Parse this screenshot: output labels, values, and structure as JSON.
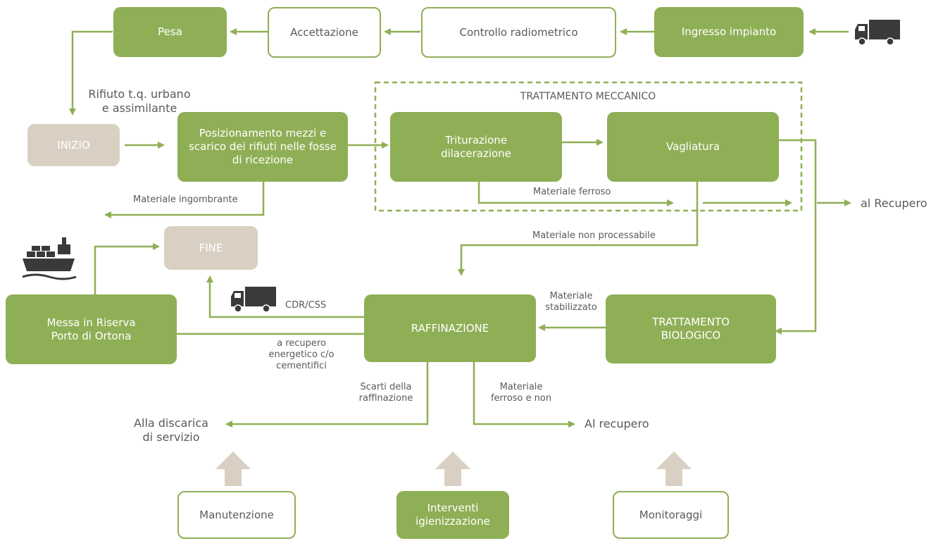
{
  "colors": {
    "green": "#8faf56",
    "beige": "#d9d0c3",
    "text": "#5a5a5a",
    "icon": "#3a3a3a"
  },
  "nodes": {
    "pesa": "Pesa",
    "accettazione": "Accettazione",
    "controllo": "Controllo radiometrico",
    "ingresso": "Ingresso impianto",
    "inizio": "INIZIO",
    "posizionamento": "Posizionamento mezzi e scarico dei rifiuti nelle fosse di ricezione",
    "triturazione": "Triturazione dilacerazione",
    "vagliatura": "Vagliatura",
    "fine": "FINE",
    "messa_riserva": "Messa in Riserva Porto di Ortona",
    "raffinazione": "RAFFINAZIONE",
    "trattamento_biologico": "TRATTAMENTO BIOLOGICO",
    "manutenzione": "Manutenzione",
    "interventi": "Interventi igienizzazione",
    "monitoraggi": "Monitoraggi"
  },
  "group": {
    "title": "TRATTAMENTO MECCANICO"
  },
  "labels": {
    "rifiuto": "Rifiuto t.q. urbano e assimilante",
    "ingombrante": "Materiale ingombrante",
    "ferroso": "Materiale ferroso",
    "al_recupero_top": "al Recupero",
    "non_processabile": "Materiale non processabile",
    "cdr": "CDR/CSS",
    "stabilizzato": "Materiale stabilizzato",
    "energetico": "a recupero energetico c/o cementifici",
    "scarti": "Scarti della raffinazione",
    "ferroso_non": "Materiale ferroso e non",
    "discarica": "Alla discarica di servizio",
    "al_recupero_bottom": "Al recupero"
  },
  "icons": [
    "truck-icon",
    "ship-icon",
    "truck-icon",
    "up-arrow-icon"
  ]
}
